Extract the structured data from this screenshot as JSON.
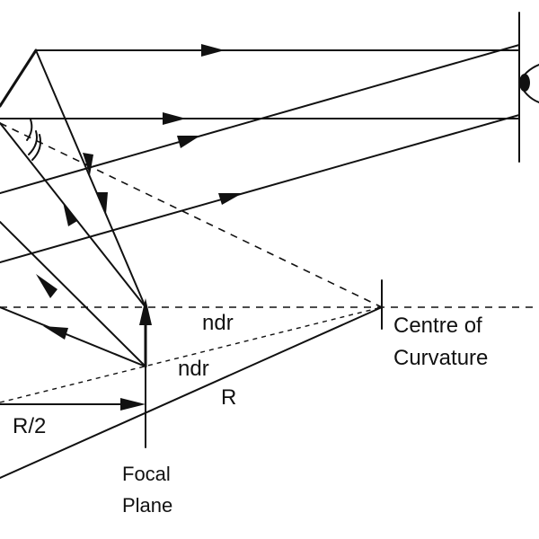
{
  "labels": {
    "ndr_upper": "ndr",
    "ndr_lower": "ndr",
    "r": "R",
    "r_half": "R/2",
    "centre_line1": "Centre of",
    "centre_line2": "Curvature",
    "focal_line1": "Focal",
    "focal_line2": "Plane"
  },
  "icons": {
    "eye": "eye-icon"
  }
}
